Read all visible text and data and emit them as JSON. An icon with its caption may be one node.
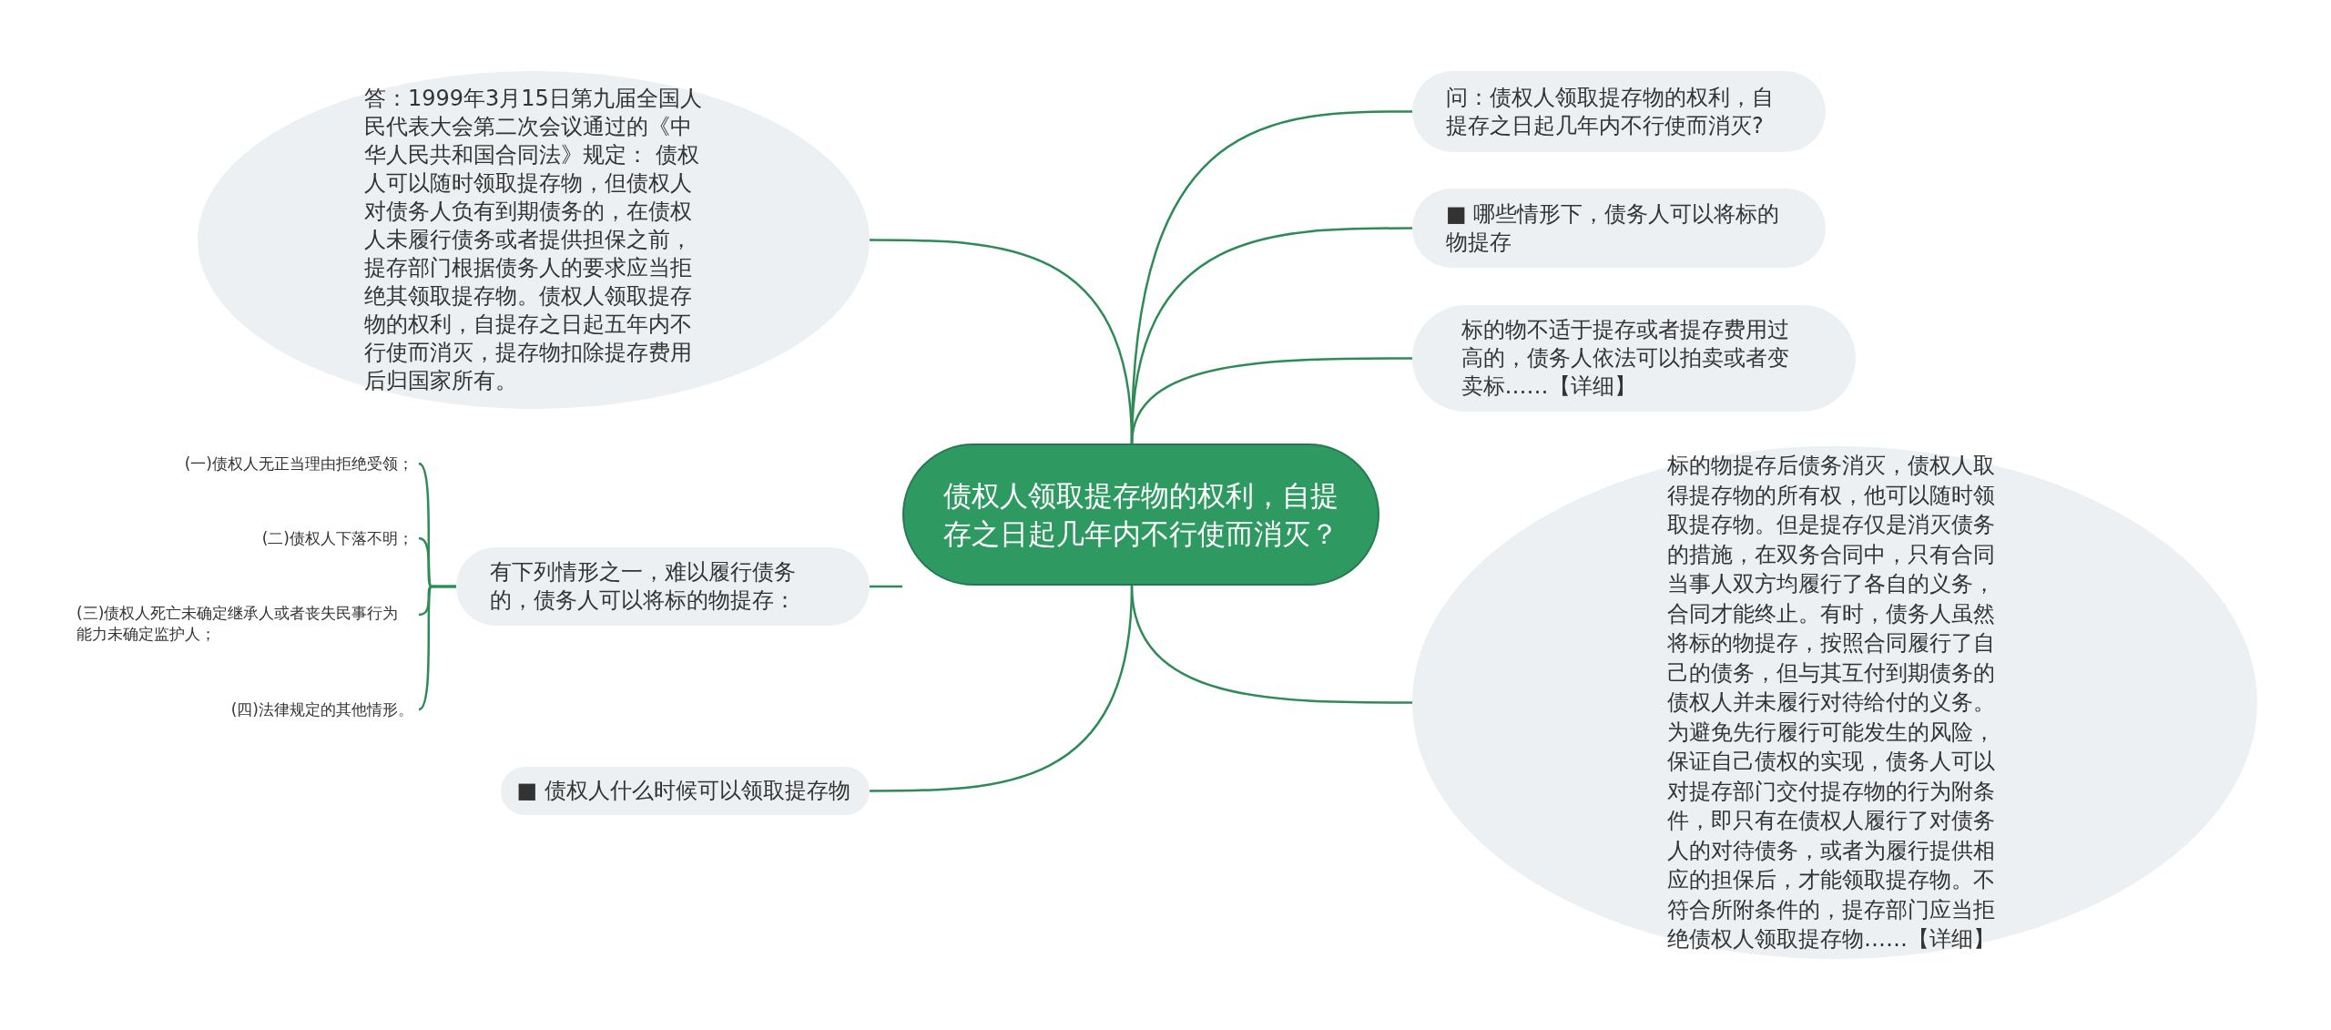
{
  "diagram": {
    "nodes": [
      {
        "text": [
          "债权人领取提存物的权利，自提存之日起几年内不行使而消灭？"
        ]
      },
      {
        "text": [
          "答：1999年3月15日第九届全国人民代表大会第二次会议通过的《中华人民共和国合同法》规定： 债权人可以随时领取提存物，但债权人对债务人负有到期债务的，在债权人未履行债务或者提供担保之前，提存部门根据债务人的要求应当拒绝其领取提存物。债权人领取提存物的权利，自提存之日起五年内不行使而消灭，提存物扣除提存费用后归国家所有。"
        ]
      },
      {
        "text": [
          "问：债权人领取提存物的权利，自提存之日起几年内不行使而消灭?"
        ]
      },
      {
        "text": [
          "■ 哪些情形下，债务人可以将标的物提存"
        ]
      },
      {
        "text": [
          "标的物不适于提存或者提存费用过高的，债务人依法可以拍卖或者变卖标……【详细】"
        ]
      },
      {
        "text": [
          "有下列情形之一，难以履行债务的，债务人可以将标的物提存："
        ]
      },
      {
        "text": [
          "(一)债权人无正当理由拒绝受领；"
        ]
      },
      {
        "text": [
          "(二)债权人下落不明；"
        ]
      },
      {
        "text": [
          "(三)债权人死亡未确定继承人或者丧失民事行为能力未确定监护人；"
        ]
      },
      {
        "text": [
          "(四)法律规定的其他情形。"
        ]
      },
      {
        "text": [
          "标的物提存后债务消灭，债权人取得提存物的所有权，他可以随时领取提存物。但是提存仅是消灭债务的措施，在双务合同中，只有合同当事人双方均履行了各自的义务，合同才能终止。有时，债务人虽然将标的物提存，按照合同履行了自己的债务，但与其互付到期债务的债权人并未履行对待给付的义务。为避免先行履行可能发生的风险，保证自己债权的实现，债务人可以对提存部门交付提存物的行为附条件，即只有在债权人履行了对债务人的对待债务，或者为履行提供相应的担保后，才能领取提存物。不符合所附条件的，提存部门应当拒绝债权人领取提存物……【详细】"
        ]
      },
      {
        "text": [
          "■ 债权人什么时候可以领取提存物"
        ]
      }
    ],
    "edges": [
      {
        "from": 0,
        "to": 1,
        "arrow": "none"
      },
      {
        "from": 0,
        "to": 2,
        "arrow": "none"
      },
      {
        "from": 0,
        "to": 3,
        "arrow": "none"
      },
      {
        "from": 0,
        "to": 4,
        "arrow": "none"
      },
      {
        "from": 0,
        "to": 5,
        "arrow": "none"
      },
      {
        "from": 5,
        "to": 6,
        "arrow": "none"
      },
      {
        "from": 5,
        "to": 7,
        "arrow": "none"
      },
      {
        "from": 5,
        "to": 8,
        "arrow": "none"
      },
      {
        "from": 5,
        "to": 9,
        "arrow": "none"
      },
      {
        "from": 0,
        "to": 10,
        "arrow": "none"
      },
      {
        "from": 0,
        "to": 11,
        "arrow": "none"
      }
    ]
  }
}
